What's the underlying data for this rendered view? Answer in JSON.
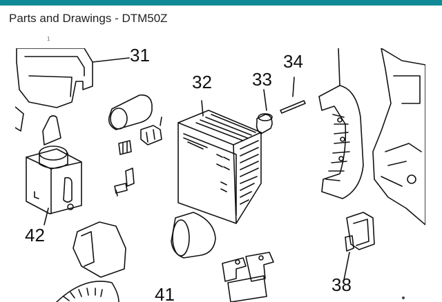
{
  "header": {
    "title": "Parts and Drawings - DTM50Z",
    "page_number": "1"
  },
  "theme": {
    "accent": "#0f8a96"
  },
  "drawing": {
    "part_labels": [
      "31",
      "32",
      "33",
      "34",
      "42",
      "38",
      "41"
    ]
  }
}
